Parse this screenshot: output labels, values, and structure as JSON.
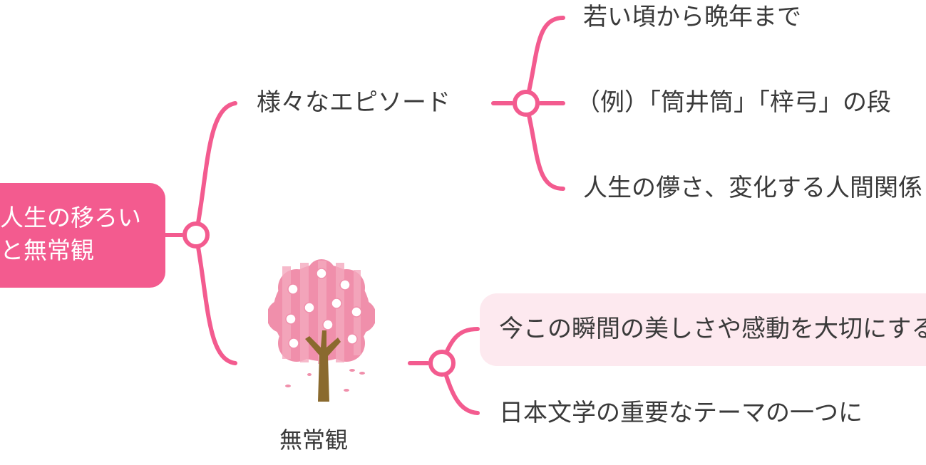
{
  "mindmap": {
    "root": {
      "line1": "人生の移ろい",
      "line2": "と無常観"
    },
    "branch_episodes": {
      "label": "様々なエピソード",
      "children": [
        "若い頃から晩年まで",
        "（例）「筒井筒」「梓弓」の段",
        "人生の儚さ、変化する人間関係"
      ]
    },
    "branch_mujo": {
      "label": "無常観",
      "image": "cherry-blossom-tree",
      "children": [
        "今この瞬間の美しさや感動を大切にする",
        "日本文学の重要なテーマの一つに"
      ]
    }
  },
  "colors": {
    "accent": "#f35b8f",
    "highlight_bg": "#fde9ef",
    "text": "#3a3a3a",
    "root_text": "#ffffff"
  }
}
